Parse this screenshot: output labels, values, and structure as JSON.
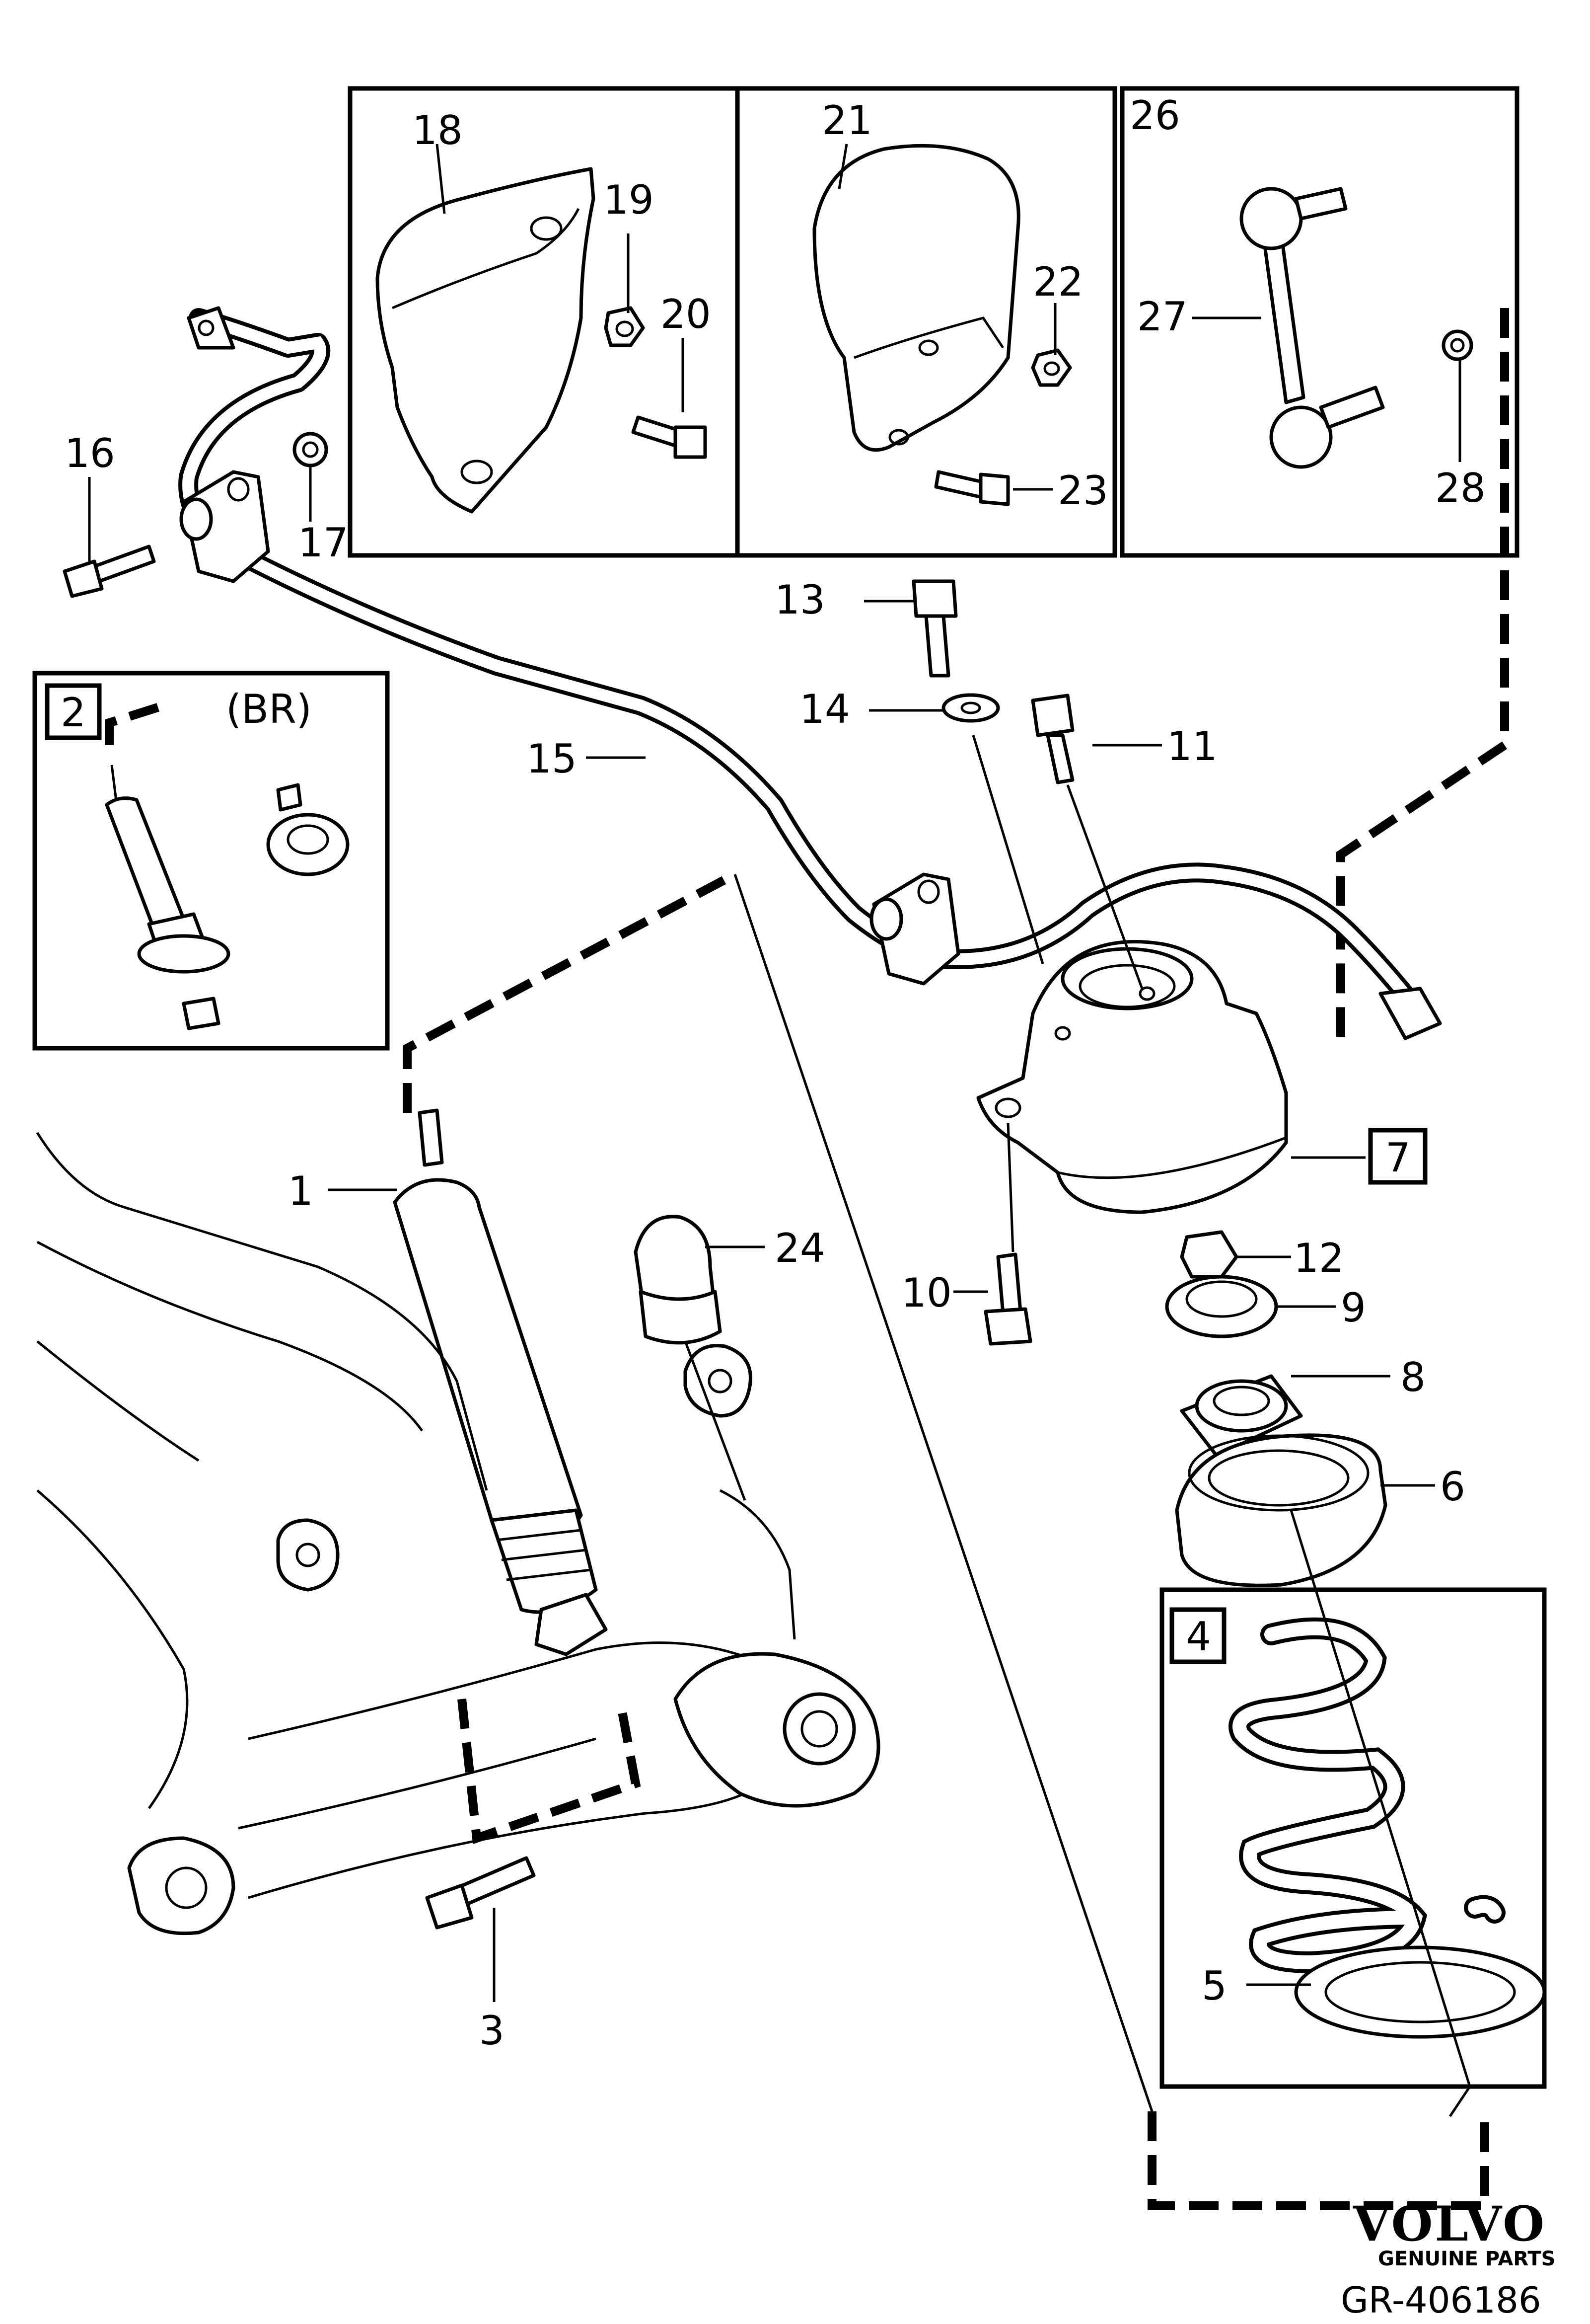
{
  "callouts": {
    "c1": "1",
    "c2": "2",
    "c3": "3",
    "c4": "4",
    "c5": "5",
    "c6": "6",
    "c7": "7",
    "c8": "8",
    "c9": "9",
    "c10": "10",
    "c11": "11",
    "c12": "12",
    "c13": "13",
    "c14": "14",
    "c15": "15",
    "c16": "16",
    "c17": "17",
    "c18": "18",
    "c19": "19",
    "c20": "20",
    "c21": "21",
    "c22": "22",
    "c23": "23",
    "c24": "24",
    "c26": "26",
    "c27": "27",
    "c28": "28"
  },
  "inset_br_label": "(BR)",
  "brand": {
    "name": "VOLVO",
    "tagline": "GENUINE PARTS"
  },
  "drawing_ref": "GR-406186"
}
